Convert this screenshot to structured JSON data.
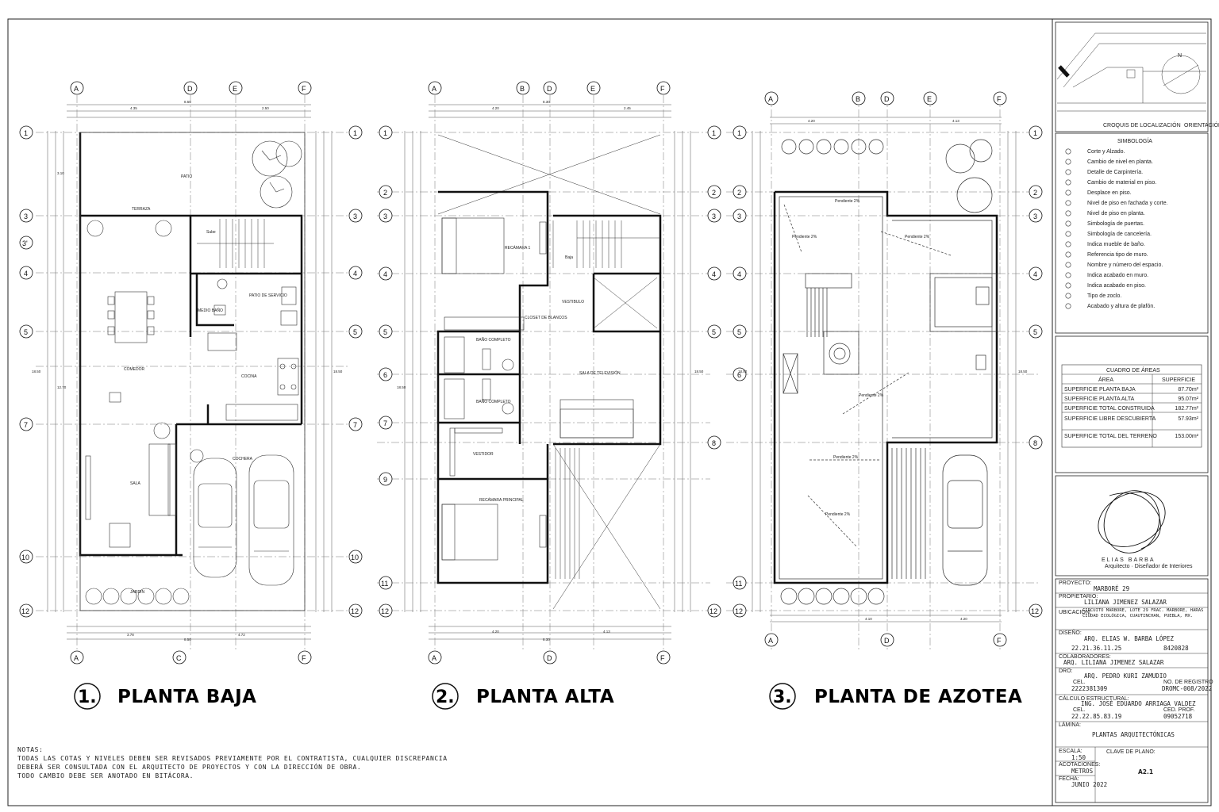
{
  "plans": [
    {
      "number": "1.",
      "title": "PLANTA BAJA"
    },
    {
      "number": "2.",
      "title": "PLANTA ALTA"
    },
    {
      "number": "3.",
      "title": "PLANTA DE AZOTEA"
    }
  ],
  "plan1_rooms": {
    "patio": "PATIO",
    "terraza": "TERRAZA",
    "sube": "Sube",
    "medio_bano": "MEDIO BAÑO",
    "patio_servicio": "PATIO DE SERVICIO",
    "comedor": "COMEDOR",
    "cocina": "COCINA",
    "sala": "SALA",
    "cochera": "COCHERA",
    "jardin": "JARDIN"
  },
  "plan2_rooms": {
    "recamara1": "RECÁMARA 1",
    "baja": "Baja",
    "vestibulo": "VESTIBULO",
    "closet": "CLOSET DE BLANCOS",
    "bano1": "BAÑO COMPLETO",
    "bano2": "BAÑO COMPLETO",
    "sala_tv": "SALA DE TELEVISIÓN",
    "vestidor": "VESTIDOR",
    "recamara_principal": "RECÁMARA PRINCIPAL"
  },
  "plan3_labels": {
    "p1": "Pendiente 2%",
    "p2": "Pendiente 2%",
    "p3": "Pendiente 2%",
    "p4": "Pendiente 2%",
    "p5": "Pendiente 2%",
    "p6": "Pendiente 2%"
  },
  "location": {
    "header": "CROQUIS DE LOCALIZACIÓN",
    "orientation": "ORIENTACIÓN"
  },
  "legend": {
    "title": "SIMBOLOGÍA",
    "items": [
      "Corte y Alzado.",
      "Cambio de nivel en planta.",
      "Detalle de Carpintería.",
      "Cambio de material en piso.",
      "Desplace en piso.",
      "Nivel de piso en fachada y corte.",
      "Nivel de piso en planta.",
      "Simbología de puertas.",
      "Simbología de cancelería.",
      "Indica mueble de baño.",
      "Referencia tipo de muro.",
      "Nombre y número del espacio.",
      "Indica acabado en muro.",
      "Indica acabado en piso.",
      "Tipo de zoclo.",
      "Acabado y altura de plafón."
    ]
  },
  "areas": {
    "title": "CUADRO DE ÁREAS",
    "headers": [
      "ÁREA",
      "SUPERFICIE"
    ],
    "rows": [
      [
        "SUPERFICIE PLANTA BAJA",
        "87.70m²"
      ],
      [
        "SUPERFICIE PLANTA ALTA",
        "95.07m²"
      ],
      [
        "SUPERFICIE TOTAL CONSTRUIDA",
        "182.77m²"
      ],
      [
        "SUPERFICIE LIBRE DESCUBIERTA",
        "57.93m²"
      ],
      [
        "SUPERFICIE TOTAL DEL TERRENO",
        "153.00m²"
      ]
    ]
  },
  "logo": {
    "name": "ELIAS BARBA",
    "tagline": "Arquitecto · Diseñador de Interiores"
  },
  "title_block": {
    "proyecto_label": "PROYECTO:",
    "proyecto": "MARBORÉ 29",
    "propietario_label": "PROPIETARIO:",
    "propietario": "LILIANA JIMENEZ SALAZAR",
    "ubicacion_label": "UBICACIÓN:",
    "ubicacion": "CIRCUITO MARBORÉ, LOTE 29 FRAC. MARBORÉ, HARAS CIUDAD ECOLÓGICA, CUAUTINCHAN, PUEBLA, MX.",
    "diseno_label": "DISEÑO:",
    "diseno": "ARQ. ELIAS W. BARBA LÓPEZ",
    "diseno_tel": "22.21.36.11.25",
    "diseno_ced": "8420828",
    "colaboradores_label": "COLABORADORES:",
    "colaboradores": "ARQ. LILIANA JIMENEZ SALAZAR",
    "dro_label": "DRO:",
    "dro": "ARQ. PEDRO KURI ZAMUDIO",
    "dro_cel_label": "CEL.",
    "dro_cel": "2222381309",
    "dro_reg_label": "NO. DE REGISTRO",
    "dro_reg": "DROMC-008/2022",
    "estructural_label": "CÁLCULO ESTRUCTURAL:",
    "estructural": "ING. JOSÉ EDUARDO ARRIAGA VALDEZ",
    "estructural_cel_label": "CEL.",
    "estructural_cel": "22.22.85.83.19",
    "estructural_ced_label": "CED. PROF.",
    "estructural_ced": "09052718",
    "lamina_label": "LÁMINA:",
    "lamina": "PLANTAS ARQUITECTÓNICAS",
    "escala_label": "ESCALA:",
    "escala": "1:50",
    "acotaciones_label": "ACOTACIONES:",
    "acotaciones": "METROS",
    "fecha_label": "FECHA:",
    "fecha": "JUNIO 2022",
    "clave_label": "CLAVE DE PLANO:",
    "clave": "A2.1"
  },
  "notes": {
    "title": "NOTAS:",
    "lines": [
      "TODAS LAS COTAS Y NIVELES DEBEN SER REVISADOS PREVIAMENTE POR EL CONTRATISTA, CUALQUIER DISCREPANCIA",
      "DEBERÁ SER CONSULTADA CON EL ARQUITECTO DE PROYECTOS Y CON LA DIRECCIÓN DE OBRA.",
      "TODO CAMBIO DEBE SER ANOTADO EN BITÁCORA."
    ]
  }
}
